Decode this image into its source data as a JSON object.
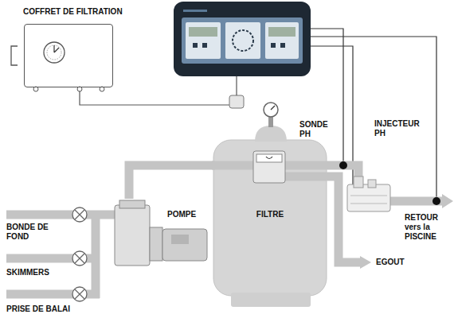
{
  "diagram": {
    "nodes": [
      {
        "text": [
          "COFFRET DE FILTRATION"
        ]
      },
      {
        "text": [
          "FILTRE"
        ]
      },
      {
        "text": [
          "POMPE"
        ]
      }
    ],
    "edges": [
      {
        "from": 2,
        "to": 1,
        "arrow": "none"
      }
    ],
    "labels": [
      "SONDE PH",
      "INJECTEUR PH",
      "RETOUR vers la PISCINE",
      "EGOUT",
      "BONDE DE FOND",
      "SKIMMERS",
      "PRISE DE BALAI"
    ]
  }
}
